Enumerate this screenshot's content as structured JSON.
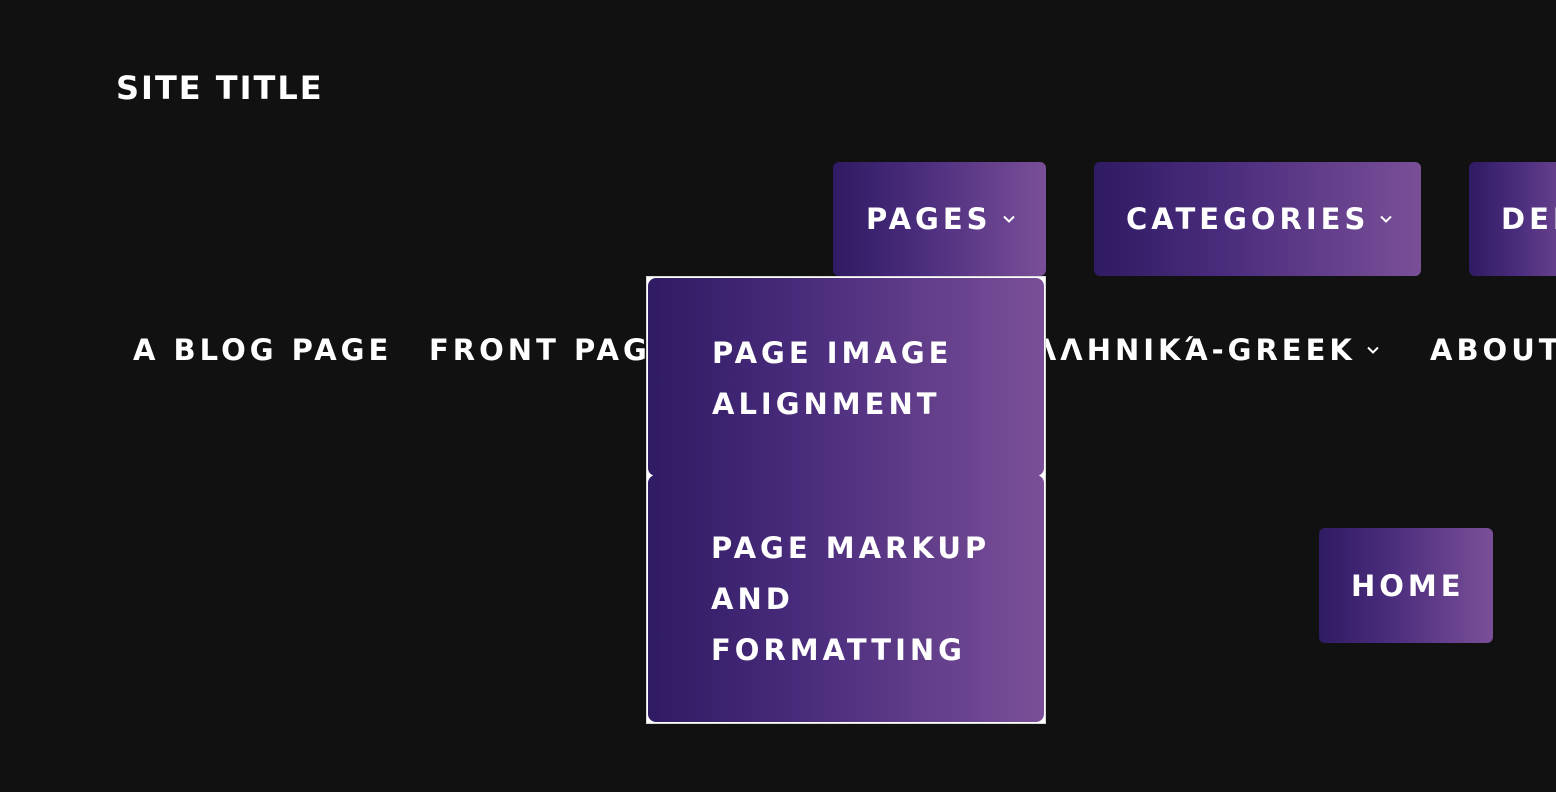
{
  "site": {
    "title": "SITE TITLE"
  },
  "top_nav": {
    "pages_label": "PAGES",
    "categories_label": "CATEGORIES",
    "partial_label": "DEF"
  },
  "main_nav": {
    "blog_page": "A BLOG PAGE",
    "front_page": "FRONT PAGE",
    "greek": "ΕΛΛΗΝΙΚΆ-GREEK",
    "about": "ABOUT"
  },
  "dropdown": {
    "items": [
      {
        "label": "PAGE IMAGE ALIGNMENT"
      },
      {
        "label": "PAGE MARKUP AND FORMATTING"
      }
    ]
  },
  "home_button": {
    "label": "HOME"
  },
  "icons": {
    "chevron": "chevron-down-icon"
  },
  "colors": {
    "background": "#111111",
    "gradient_start": "#2f1b63",
    "gradient_end": "#7a4f98",
    "text": "#ffffff"
  }
}
